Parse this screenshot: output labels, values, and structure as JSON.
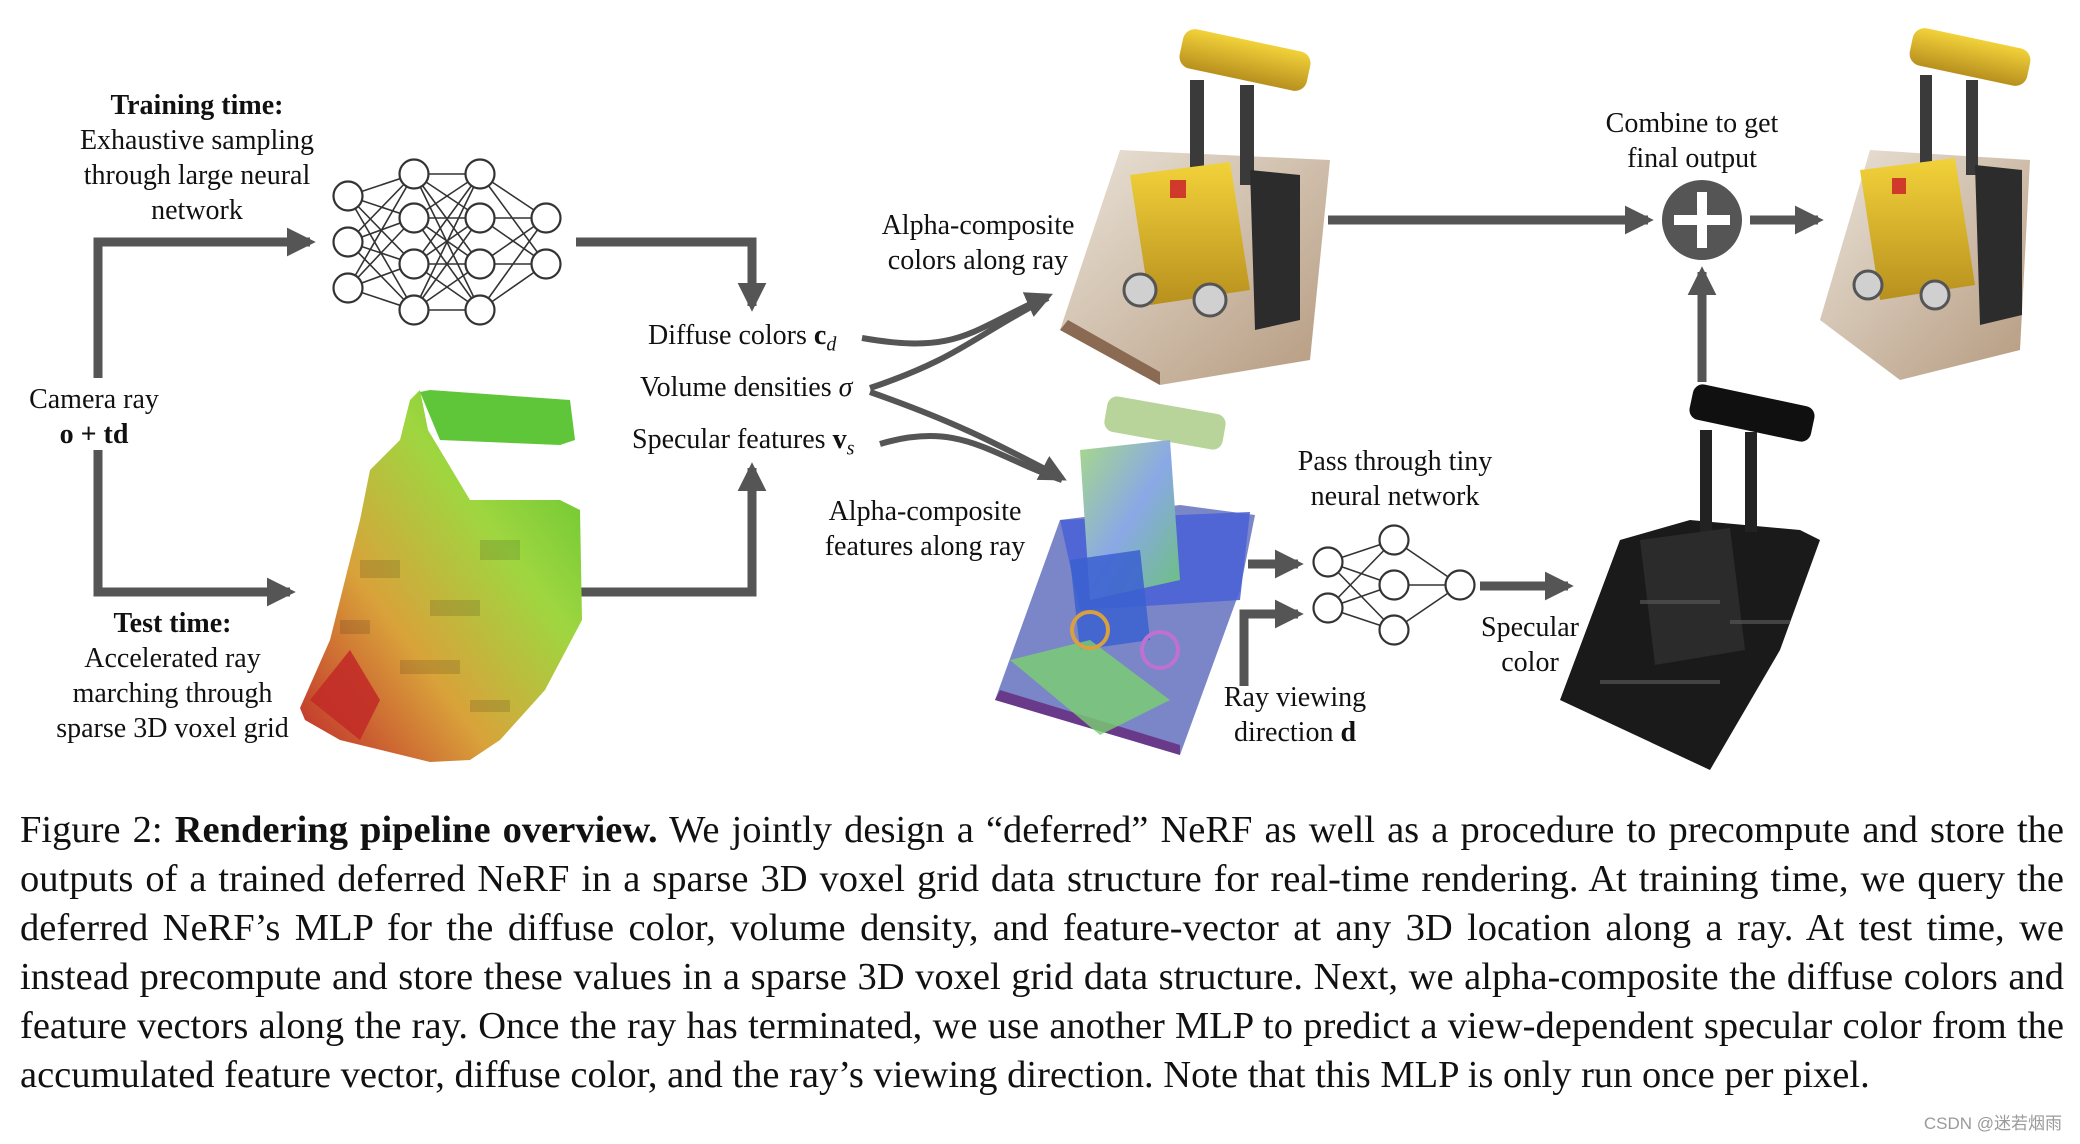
{
  "labels": {
    "training_title": "Training time:",
    "training_l1": "Exhaustive sampling",
    "training_l2": "through large neural",
    "training_l3": "network",
    "camera_l1": "Camera ray",
    "camera_l2": "o + td",
    "test_title": "Test time:",
    "test_l1": "Accelerated ray",
    "test_l2": "marching through",
    "test_l3": "sparse 3D voxel grid",
    "diffuse": "Diffuse colors",
    "diffuse_sym": "c",
    "diffuse_sub": "d",
    "density": "Volume densities",
    "density_sym": "σ",
    "specular": "Specular features",
    "specular_sym": "v",
    "specular_sub": "s",
    "alpha_colors_l1": "Alpha-composite",
    "alpha_colors_l2": "colors along ray",
    "alpha_features_l1": "Alpha-composite",
    "alpha_features_l2": "features along ray",
    "combine_l1": "Combine to get",
    "combine_l2": "final output",
    "tiny_l1": "Pass through tiny",
    "tiny_l2": "neural network",
    "spec_color_l1": "Specular",
    "spec_color_l2": "color",
    "view_l1": "Ray viewing",
    "view_l2": "direction",
    "view_sym": "d"
  },
  "caption": {
    "figure_label": "Figure 2:",
    "title": "Rendering pipeline overview.",
    "body": "We jointly design a “deferred” NeRF as well as a procedure to precompute and store the outputs of a trained deferred NeRF in a sparse 3D voxel grid data structure for real-time rendering. At training time, we query the deferred NeRF’s MLP for the diffuse color, volume density, and feature-vector at any 3D location along a ray. At test time, we instead precompute and store these values in a sparse 3D voxel grid data structure. Next, we alpha-composite the diffuse colors and feature vectors along the ray. Once the ray has terminated, we use another MLP to predict a view-dependent specular color from the accumulated feature vector, diffuse color, and the ray’s viewing direction. Note that this MLP is only run once per pixel."
  },
  "watermark": "CSDN @迷若烟雨",
  "colors": {
    "arrow": "#555555",
    "node": "#333333",
    "plus_bg": "#555555"
  },
  "icons": [
    "large-mlp-icon",
    "tiny-mlp-icon",
    "plus-icon",
    "voxel-grid-image",
    "diffuse-render-image",
    "feature-render-image",
    "specular-render-image",
    "final-render-image"
  ]
}
